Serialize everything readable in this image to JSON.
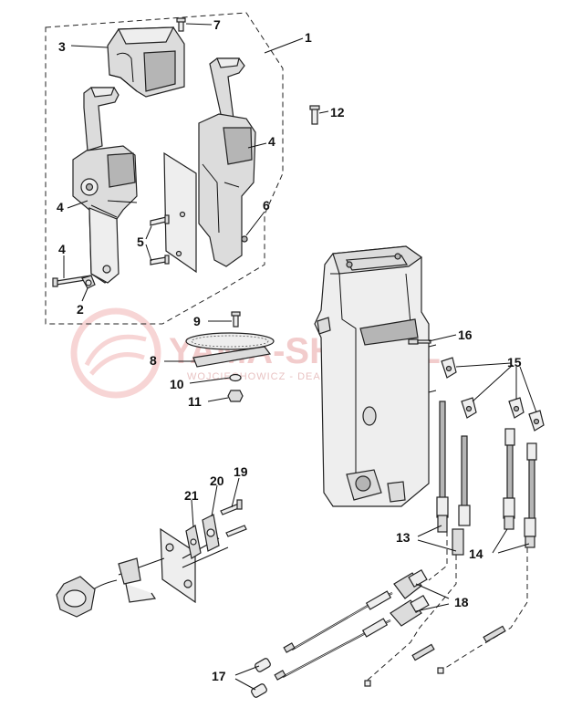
{
  "watermark": {
    "main": "YAMA-SHOP.PL",
    "sub": "WOJCIECHOWICZ - DEALER YAMAHA"
  },
  "callouts": [
    {
      "id": "1",
      "label": "1"
    },
    {
      "id": "2",
      "label": "2"
    },
    {
      "id": "3",
      "label": "3"
    },
    {
      "id": "4a",
      "label": "4"
    },
    {
      "id": "4b",
      "label": "4"
    },
    {
      "id": "4c",
      "label": "4"
    },
    {
      "id": "5",
      "label": "5"
    },
    {
      "id": "6",
      "label": "6"
    },
    {
      "id": "7",
      "label": "7"
    },
    {
      "id": "8",
      "label": "8"
    },
    {
      "id": "9",
      "label": "9"
    },
    {
      "id": "10",
      "label": "10"
    },
    {
      "id": "11",
      "label": "11"
    },
    {
      "id": "12",
      "label": "12"
    },
    {
      "id": "13",
      "label": "13"
    },
    {
      "id": "14",
      "label": "14"
    },
    {
      "id": "15",
      "label": "15"
    },
    {
      "id": "16",
      "label": "16"
    },
    {
      "id": "17",
      "label": "17"
    },
    {
      "id": "18",
      "label": "18"
    },
    {
      "id": "19",
      "label": "19"
    },
    {
      "id": "20",
      "label": "20"
    },
    {
      "id": "21",
      "label": "21"
    }
  ]
}
